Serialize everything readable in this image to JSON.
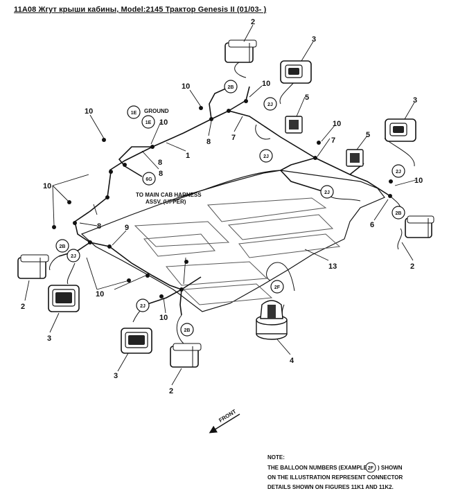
{
  "title": "11A08 Жгут крыши кабины, Model:2145 Трактор Genesis II (01/03- )",
  "labels": {
    "ground": "GROUND",
    "to_main_1": "TO MAIN CAB HARNESS",
    "to_main_2": "ASSV. (UPPER)",
    "front": "FRONT"
  },
  "callouts": [
    {
      "text": "2"
    },
    {
      "text": "3"
    },
    {
      "text": "10"
    },
    {
      "text": "5"
    },
    {
      "text": "10"
    },
    {
      "text": "3"
    },
    {
      "text": "10"
    },
    {
      "text": "10"
    },
    {
      "text": "8"
    },
    {
      "text": "7"
    },
    {
      "text": "7"
    },
    {
      "text": "5"
    },
    {
      "text": "1"
    },
    {
      "text": "8"
    },
    {
      "text": "8"
    },
    {
      "text": "10"
    },
    {
      "text": "10"
    },
    {
      "text": "8"
    },
    {
      "text": "9"
    },
    {
      "text": "10"
    },
    {
      "text": "6"
    },
    {
      "text": "2"
    },
    {
      "text": "13"
    },
    {
      "text": "2"
    },
    {
      "text": "3"
    },
    {
      "text": "10"
    },
    {
      "text": "10"
    },
    {
      "text": "3"
    },
    {
      "text": "2"
    },
    {
      "text": "4"
    }
  ],
  "balloons": [
    {
      "text": "2B"
    },
    {
      "text": "1E"
    },
    {
      "text": "1E"
    },
    {
      "text": "2J"
    },
    {
      "text": "2J"
    },
    {
      "text": "6G"
    },
    {
      "text": "2J"
    },
    {
      "text": "2J"
    },
    {
      "text": "2B"
    },
    {
      "text": "2B"
    },
    {
      "text": "2J"
    },
    {
      "text": "2J"
    },
    {
      "text": "2B"
    },
    {
      "text": "2F"
    }
  ],
  "note": {
    "heading": "NOTE:",
    "line1_a": "THE BALLOON NUMBERS (EXAMPLE:",
    "example": "2F",
    "line1_b": ") SHOWN",
    "line2": "ON THE ILLUSTRATION REPRESENT CONNECTOR",
    "line3": "DETAILS SHOWN ON FIGURES 11K1 AND 11K2."
  }
}
